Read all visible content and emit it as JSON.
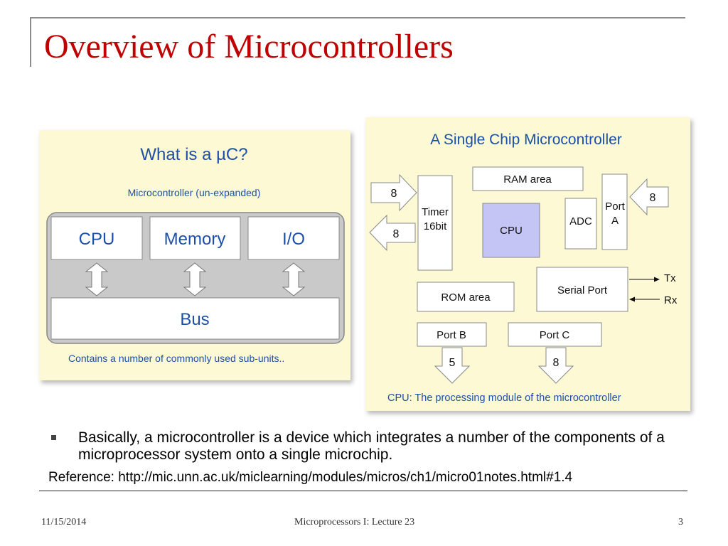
{
  "title": "Overview of Microcontrollers",
  "left_diagram": {
    "heading": "What is a µC?",
    "subtitle": "Microcontroller (un-expanded)",
    "blocks": [
      "CPU",
      "Memory",
      "I/O"
    ],
    "bus": "Bus",
    "caption": "Contains a number of commonly used sub-units.."
  },
  "right_diagram": {
    "heading": "A Single Chip Microcontroller",
    "ram": "RAM area",
    "timer_line1": "Timer",
    "timer_line2": "16bit",
    "cpu": "CPU",
    "adc": "ADC",
    "porta_line1": "Port",
    "porta_line2": "A",
    "rom": "ROM area",
    "serial": "Serial Port",
    "portb": "Port B",
    "portc": "Port C",
    "timer_in": "8",
    "timer_out": "8",
    "porta_in": "8",
    "portb_out": "5",
    "portc_out": "8",
    "tx": "Tx",
    "rx": "Rx",
    "caption": "CPU: The processing module of the microcontroller"
  },
  "bullet": "Basically, a microcontroller is a device which integrates a number of the components of a microprocessor system onto a single microchip.",
  "reference": "Reference: http://mic.unn.ac.uk/miclearning/modules/micros/ch1/micro01notes.html#1.4",
  "footer": {
    "date": "11/15/2014",
    "center": "Microprocessors I: Lecture 23",
    "page": "3"
  },
  "colors": {
    "title": "#c00000",
    "panel_bg": "#fdf9d4",
    "diagram_text": "#1c4fa8",
    "bus_frame": "#c9c9c9",
    "cpu_fill": "#c4c4f5"
  }
}
